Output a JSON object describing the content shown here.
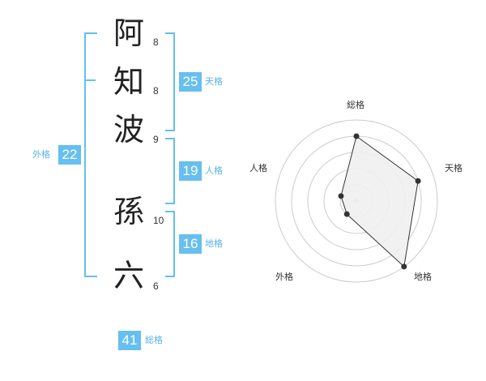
{
  "name": {
    "characters": [
      {
        "char": "阿",
        "strokes": "8"
      },
      {
        "char": "知",
        "strokes": "8"
      },
      {
        "char": "波",
        "strokes": "9"
      },
      {
        "char": "孫",
        "strokes": "10"
      },
      {
        "char": "六",
        "strokes": "6"
      }
    ]
  },
  "fortune": {
    "tenkaku": {
      "value": "25",
      "label": "天格"
    },
    "jinkaku": {
      "value": "19",
      "label": "人格"
    },
    "chikaku": {
      "value": "16",
      "label": "地格"
    },
    "gaikaku": {
      "value": "22",
      "label": "外格"
    },
    "soukaku": {
      "value": "41",
      "label": "総格"
    }
  },
  "colors": {
    "accent": "#66bff0",
    "radar_fill": "#efefef",
    "radar_line": "#333333",
    "grid": "#cccccc"
  },
  "chart_data": {
    "type": "radar",
    "axes": [
      "総格",
      "天格",
      "地格",
      "外格",
      "人格"
    ],
    "values": [
      4,
      4,
      5,
      1,
      1
    ],
    "max": 5,
    "rings": 5
  }
}
